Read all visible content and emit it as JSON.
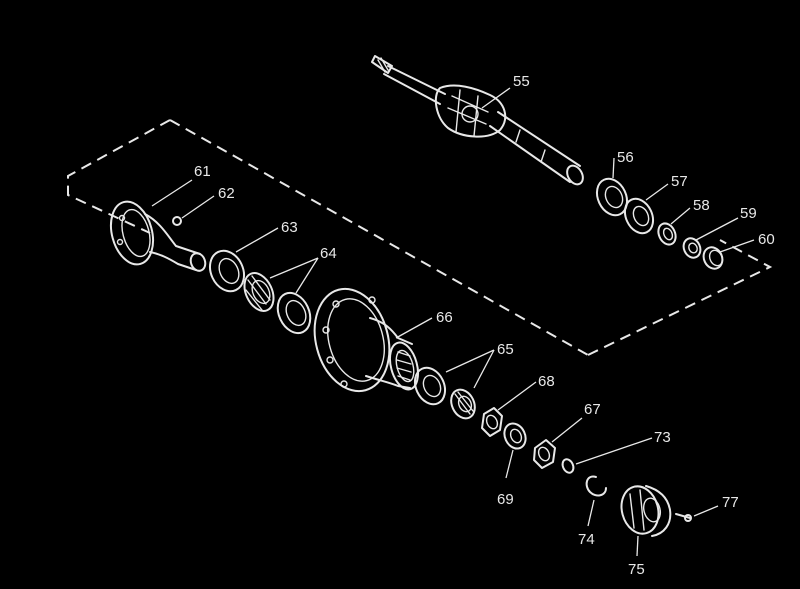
{
  "colors": {
    "background": "#000000",
    "line": "#e8e8e8"
  },
  "callouts": [
    "55",
    "56",
    "57",
    "58",
    "59",
    "60",
    "61",
    "62",
    "63",
    "64",
    "65",
    "66",
    "67",
    "68",
    "69",
    "73",
    "74",
    "75",
    "77"
  ]
}
